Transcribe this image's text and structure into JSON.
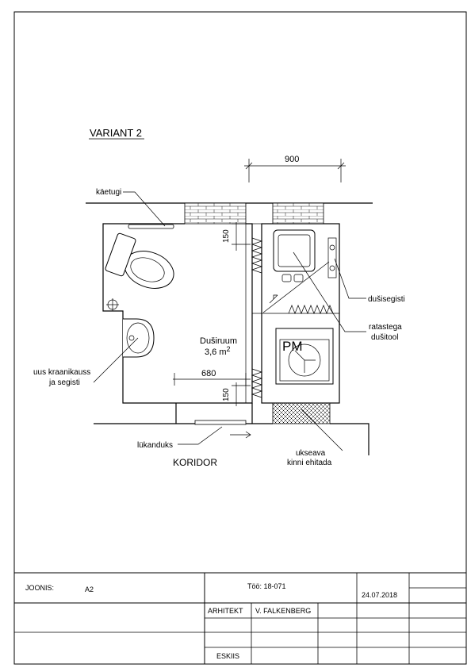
{
  "drawing": {
    "variant_title": "VARIANT 2",
    "dimension_900": "900",
    "dimension_150_top": "150",
    "dimension_680": "680",
    "dimension_150_bottom": "150",
    "room_name": "Duširuum",
    "room_area": "3,6 m",
    "room_area_sup": "2",
    "corridor_label": "KORIDOR",
    "pm_label": "PM",
    "labels": {
      "grab_bar": "käetugi",
      "shower_mixer": "dušisegisti",
      "shower_chair_1": "ratastega",
      "shower_chair_2": "dušitool",
      "basin_1": "uus kraanikauss",
      "basin_2": "ja segisti",
      "sliding_door": "lükanduks",
      "wall_up_1": "ukseava",
      "wall_up_2": "kinni ehitada"
    }
  },
  "title_block": {
    "joonis_label": "JOONIS:",
    "joonis_value": "A2",
    "work_no": "Töö: 18-071",
    "date": "24.07.2018",
    "architect_label": "ARHITEKT",
    "architect_name": "V. FALKENBERG",
    "stage": "ESKIIS"
  }
}
